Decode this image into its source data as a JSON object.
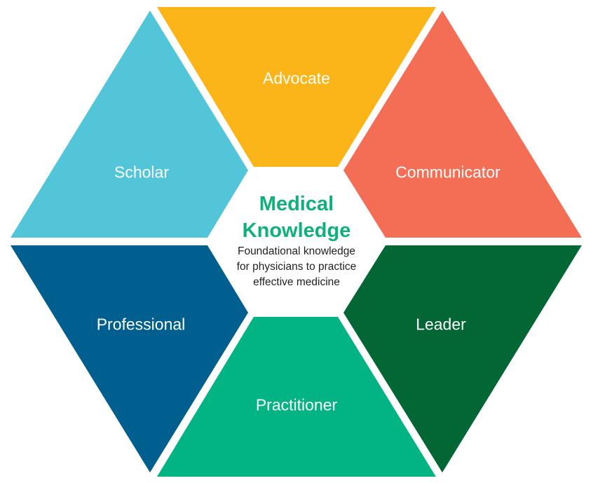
{
  "diagram": {
    "type": "hexagon-framework",
    "center": {
      "title_line1": "Medical",
      "title_line2": "Knowledge",
      "description_lines": [
        "Foundational knowledge",
        "for physicians to practice",
        "effective medicine"
      ],
      "title_color": "#0fb07c"
    },
    "segments": [
      {
        "id": "advocate",
        "label": "Advocate",
        "color": "#fbb519"
      },
      {
        "id": "communicator",
        "label": "Communicator",
        "color": "#f36e55"
      },
      {
        "id": "leader",
        "label": "Leader",
        "color": "#026734"
      },
      {
        "id": "practitioner",
        "label": "Practitioner",
        "color": "#02b383"
      },
      {
        "id": "professional",
        "label": "Professional",
        "color": "#015f8f"
      },
      {
        "id": "scholar",
        "label": "Scholar",
        "color": "#52c5d8"
      }
    ]
  }
}
